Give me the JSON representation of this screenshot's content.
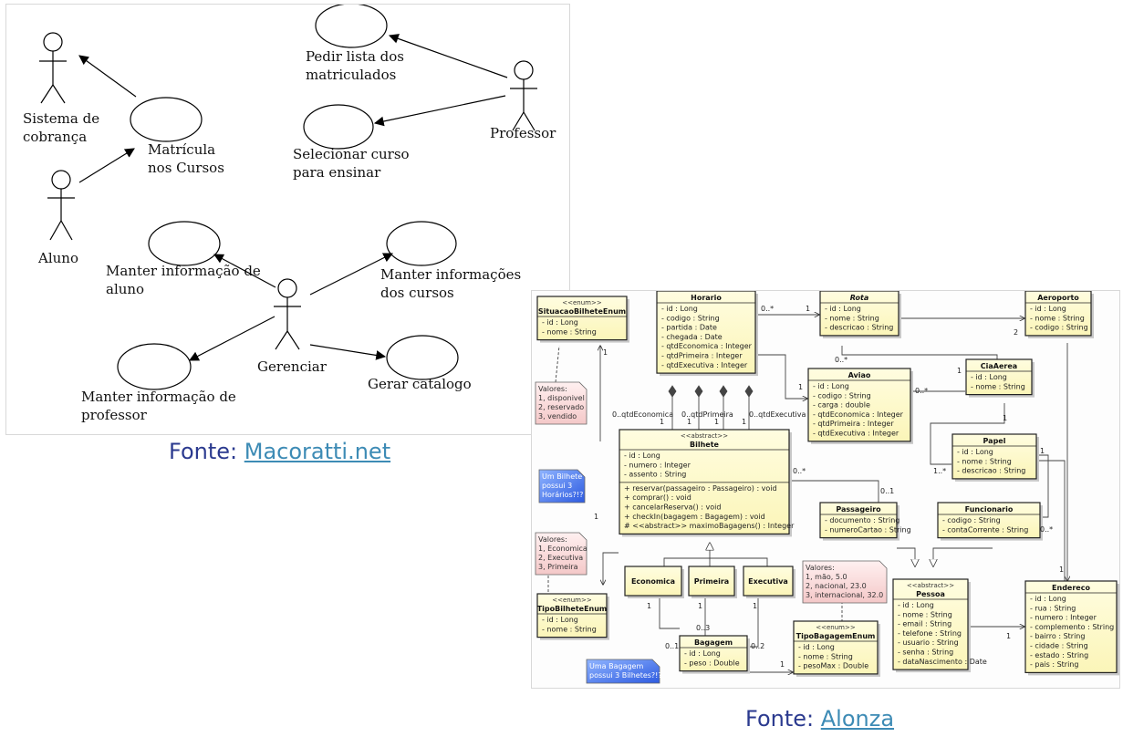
{
  "use_case": {
    "actors": {
      "sistema": "Sistema de\ncobrança",
      "aluno": "Aluno",
      "professor": "Professor",
      "gerenciar": "Gerenciar"
    },
    "cases": {
      "matricula": "Matrícula\nnos Cursos",
      "pedir_lista": "Pedir lista dos\nmatriculados",
      "selecionar": "Selecionar curso\npara ensinar",
      "manter_aluno": "Manter informação de\naluno",
      "manter_cursos": "Manter informações\ndos cursos",
      "manter_prof": "Manter informação de\nprofessor",
      "gerar": "Gerar catalogo"
    }
  },
  "captions": {
    "uc_prefix": "Fonte: ",
    "uc_link": "Macoratti.net",
    "cls_prefix": "Fonte: ",
    "cls_link": "Alonza"
  },
  "class_diagram": {
    "classes": {
      "situacao": {
        "stereo": "<<enum>>",
        "name": "SituacaoBilheteEnum",
        "attrs": [
          "- id : Long",
          "- nome : String"
        ]
      },
      "horario": {
        "name": "Horario",
        "attrs": [
          "- id : Long",
          "- codigo : String",
          "- partida : Date",
          "- chegada : Date",
          "- qtdEconomica : Integer",
          "- qtdPrimeira : Integer",
          "- qtdExecutiva : Integer"
        ]
      },
      "rota": {
        "name": "Rota",
        "attrs": [
          "- id : Long",
          "- nome : String",
          "- descricao : String"
        ]
      },
      "aeroporto": {
        "name": "Aeroporto",
        "attrs": [
          "- id : Long",
          "- nome : String",
          "- codigo : String"
        ]
      },
      "aviao": {
        "name": "Aviao",
        "attrs": [
          "- id : Long",
          "- codigo : String",
          "- carga : double",
          "- qtdEconomica : Integer",
          "- qtdPrimeira : Integer",
          "- qtdExecutiva : Integer"
        ]
      },
      "ciaaerea": {
        "name": "CiaAerea",
        "attrs": [
          "- id : Long",
          "- nome : String"
        ]
      },
      "bilhete": {
        "stereo": "<<abstract>>",
        "name": "Bilhete",
        "attrs": [
          "- id : Long",
          "- numero : Integer",
          "- assento : String"
        ],
        "methods": [
          "+ reservar(passageiro : Passageiro) : void",
          "+ comprar() : void",
          "+ cancelarReserva() : void",
          "+ checkIn(bagagem : Bagagem) : void",
          "# <<abstract>> maximoBagagens() : Integer"
        ]
      },
      "papel": {
        "name": "Papel",
        "attrs": [
          "- id : Long",
          "- nome : String",
          "- descricao : String"
        ]
      },
      "passageiro": {
        "name": "Passageiro",
        "attrs": [
          "- documento : String",
          "- numeroCartao : String"
        ]
      },
      "funcionario": {
        "name": "Funcionario",
        "attrs": [
          "- codigo : String",
          "- contaCorrente : String"
        ]
      },
      "economica": {
        "name": "Economica"
      },
      "primeira": {
        "name": "Primeira"
      },
      "executiva": {
        "name": "Executiva"
      },
      "tipobilhete": {
        "stereo": "<<enum>>",
        "name": "TipoBilheteEnum",
        "attrs": [
          "- id : Long",
          "- nome : String"
        ]
      },
      "pessoa": {
        "stereo": "<<abstract>>",
        "name": "Pessoa",
        "attrs": [
          "- id : Long",
          "- nome : String",
          "- email : String",
          "- telefone : String",
          "- usuario : String",
          "- senha : String",
          "- dataNascimento : Date"
        ]
      },
      "endereco": {
        "name": "Endereco",
        "attrs": [
          "- id : Long",
          "- rua : String",
          "- numero : Integer",
          "- complemento : String",
          "- bairro : String",
          "- cidade : String",
          "- estado : String",
          "- pais : String"
        ]
      },
      "bagagem": {
        "name": "Bagagem",
        "attrs": [
          "- id : Long",
          "- peso : Double"
        ]
      },
      "tipobagagem": {
        "stereo": "<<enum>>",
        "name": "TipoBagagemEnum",
        "attrs": [
          "- id : Long",
          "- nome : String",
          "- pesoMax : Double"
        ]
      }
    },
    "notes": {
      "valores_situacao": [
        "Valores:",
        "1, disponivel",
        "2, reservado",
        "3, vendido"
      ],
      "um_bilhete": [
        "Um Bilhete",
        "possui 3",
        "Horários?!?"
      ],
      "valores_tipo": [
        "Valores:",
        "1, Economica",
        "2, Executiva",
        "3, Primeira"
      ],
      "valores_bagagem": [
        "Valores:",
        "1, mão, 5.0",
        "2, nacional, 23.0",
        "3, internacional, 32.0"
      ],
      "uma_bagagem": [
        "Uma Bagagem",
        "possui 3 Bilhetes?!?"
      ]
    },
    "multiplicities": {
      "m_hr_0": "0..*",
      "m_hr_1": "1",
      "m_rota_2": "2",
      "m_rota_0": "0..*",
      "m_av_1": "1",
      "m_cia_0": "0..*",
      "m_cia_1": "1",
      "m_h1a": "1",
      "m_h1b": "1",
      "m_h1c": "1",
      "m_h1d": "1",
      "m_qe": "0..qtdEconomica",
      "m_qp": "0..qtdPrimeira",
      "m_qx": "0..qtdExecutiva",
      "m_sit_1": "1",
      "m_b_0": "0..*",
      "m_b_01": "0..1",
      "m_pap_1": "1",
      "m_pap_1s": "1..*",
      "m_pap_1b": "1",
      "m_fun_0": "0..*",
      "m_end_1": "1",
      "m_end_1b": "1",
      "m_e1": "1",
      "m_p1": "1",
      "m_x1": "1",
      "m_e01": "0..1",
      "m_p03": "0..3",
      "m_x02": "0..2",
      "m_tb_1": "1",
      "m_tbag_1": "1"
    }
  }
}
